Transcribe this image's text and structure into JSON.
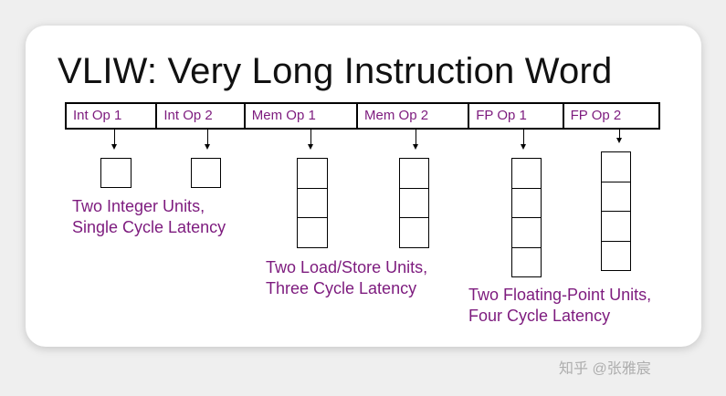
{
  "title": "VLIW: Very Long Instruction Word",
  "slots": [
    "Int Op 1",
    "Int Op 2",
    "Mem Op 1",
    "Mem Op 2",
    "FP Op 1",
    "FP Op 2"
  ],
  "pipeline_stages": {
    "integer": 1,
    "memory": 3,
    "floating_point": 4
  },
  "captions": {
    "integer": [
      "Two Integer Units,",
      "Single Cycle Latency"
    ],
    "memory": [
      "Two Load/Store Units,",
      "Three Cycle Latency"
    ],
    "floating_point": [
      "Two Floating-Point Units,",
      "Four Cycle Latency"
    ]
  },
  "watermark": "知乎 @张雅宸",
  "colors": {
    "label": "#7d1b7e",
    "line": "#000000"
  }
}
